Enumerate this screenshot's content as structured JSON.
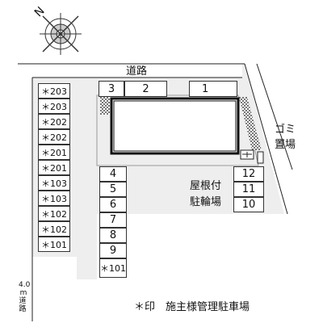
{
  "north_mark": {
    "letter": "N",
    "icon": "compass-rose-icon"
  },
  "road_top": {
    "label": "道路"
  },
  "road_left": {
    "width": "4.0",
    "unit": "m",
    "label": "道路"
  },
  "garbage": {
    "label_line1": "ゴミ",
    "label_line2": "置場"
  },
  "bicycle": {
    "label_line1": "屋根付",
    "label_line2": "駐輪場"
  },
  "legend": {
    "text": "＊印　施主様管理駐車場"
  },
  "top_slots": [
    "3",
    "2",
    "1"
  ],
  "right_slots": [
    "12",
    "11",
    "10"
  ],
  "middle_slots": [
    "4",
    "5",
    "6",
    "7",
    "8",
    "9",
    "＊101"
  ],
  "left_slots": [
    "＊203",
    "＊203",
    "＊202",
    "＊202",
    "＊201",
    "＊201",
    "＊103",
    "＊103",
    "＊102",
    "＊102",
    "＊101"
  ],
  "colors": {
    "pavement": "#eeeeee",
    "line": "#222222",
    "hatch": "#888888"
  }
}
